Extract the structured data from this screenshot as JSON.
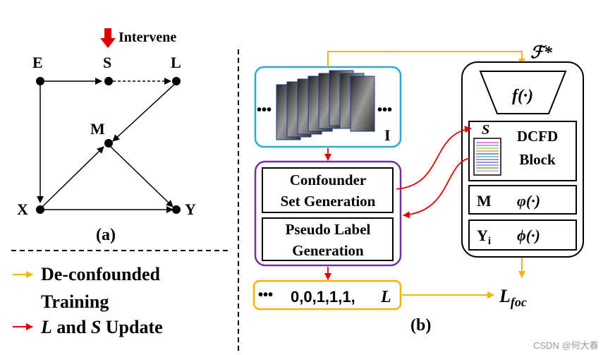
{
  "panel_a": {
    "intervene_label": "Intervene",
    "nodes": {
      "E": "E",
      "S": "S",
      "L": "L",
      "M": "M",
      "X": "X",
      "Y": "Y"
    },
    "caption": "(a)"
  },
  "legend": {
    "item1": "De-confounded",
    "item1_line2": "Training",
    "item2_L": "L",
    "item2_and": " and ",
    "item2_S": "S",
    "item2_update": " Update",
    "colors": {
      "yellow": "#f5b400",
      "red": "#e00000"
    }
  },
  "panel_b": {
    "input_dots_left": "•••",
    "input_dots_right": "•••",
    "input_label": "I",
    "confounder_line1": "Confounder",
    "confounder_line2": "Set Generation",
    "pseudo_line1": "Pseudo Label",
    "pseudo_line2": "Generation",
    "output_dots": "•••",
    "output_labels": "0,0,1,1,1,",
    "output_L": "L",
    "F_star": "ℱ*",
    "f_label": "f(·)",
    "S_label": "S",
    "dcfd_line1": "DCFD",
    "dcfd_line2": "Block",
    "M_label": "M",
    "phi_label": "φ(·)",
    "Y_label": "Y",
    "Y_sub": "i",
    "Phi_label": "ϕ(·)",
    "L_foc": "L",
    "L_foc_sub": "foc",
    "caption": "(b)",
    "colors": {
      "blue_border": "#29a8e0",
      "purple_border": "#7030a0",
      "yellow_border": "#f5b400"
    }
  },
  "watermark": "CSDN @何大春"
}
